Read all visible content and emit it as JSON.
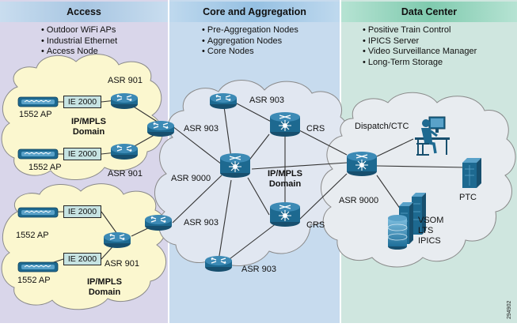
{
  "sections": {
    "access": {
      "title": "Access",
      "bullets": [
        "Outdoor WiFi APs",
        "Industrial Ethernet",
        "Access Node"
      ]
    },
    "core": {
      "title": "Core and Aggregation",
      "bullets": [
        "Pre-Aggregation Nodes",
        "Aggregation Nodes",
        "Core Nodes"
      ]
    },
    "datacenter": {
      "title": "Data Center",
      "bullets": [
        "Positive Train Control",
        "IPICS Server",
        "Video Surveillance Manager",
        "Long-Term Storage"
      ]
    }
  },
  "labels": {
    "ap_top1": "1552 AP",
    "ap_top2": "1552 AP",
    "ap_bot1": "1552 AP",
    "ap_bot2": "1552 AP",
    "ie_top1": "IE 2000",
    "ie_top2": "IE 2000",
    "ie_bot1": "IE 2000",
    "ie_bot2": "IE 2000",
    "asr901_top1": "ASR 901",
    "asr901_top2": "ASR 901",
    "asr901_bot": "ASR 901",
    "asr903_top_access": "ASR 903",
    "asr903_bot_access": "ASR 903",
    "asr903_core_top": "ASR 903",
    "asr903_core_bot": "ASR 903",
    "asr9000_core": "ASR 9000",
    "asr9000_dc": "ASR 9000",
    "crs_top": "CRS",
    "crs_bot": "CRS",
    "domain_access_top_line1": "IP/MPLS",
    "domain_access_top_line2": "Domain",
    "domain_access_bot_line1": "IP/MPLS",
    "domain_access_bot_line2": "Domain",
    "domain_core_line1": "IP/MPLS",
    "domain_core_line2": "Domain",
    "dispatch": "Dispatch/CTC",
    "ptc": "PTC",
    "vsom": "VSOM",
    "lts": "LTS",
    "ipics": "IPICS",
    "figure_id": "294902"
  },
  "colors": {
    "access_bg": "#d9d6ea",
    "core_bg": "#c7dbee",
    "dc_bg": "#cfe6df",
    "access_header": "#a9c7e1",
    "core_header": "#9fc6e2",
    "dc_header": "#8ed0b9",
    "access_cloud": "#fbf7cf",
    "core_cloud": "#e1e7f1",
    "dc_cloud": "#e8ecf0",
    "device_blue": "#1f6f99"
  },
  "icons": [
    "access-point-icon",
    "router-icon",
    "multilayer-switch-icon",
    "workstation-icon",
    "server-icon",
    "storage-icon"
  ]
}
